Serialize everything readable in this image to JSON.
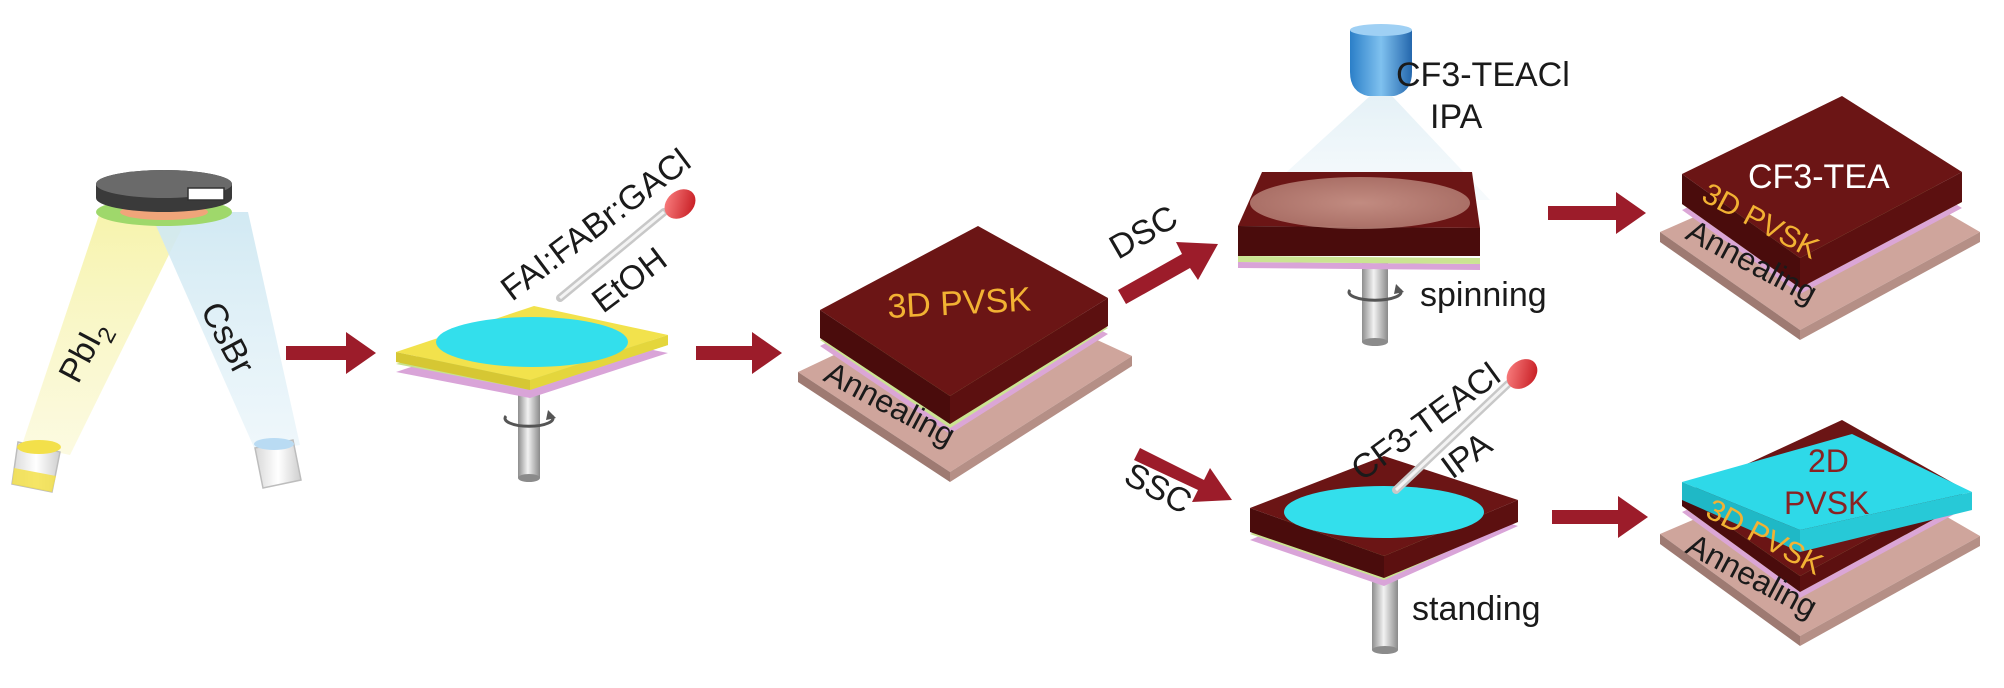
{
  "labels": {
    "source_left_pre": "PbI",
    "source_left_sub": "2",
    "source_right": "CsBr",
    "drop_solution": "FAI:FABr:GACl",
    "drop_solvent": "EtOH",
    "film_3d": "3D PVSK",
    "annealing": "Annealing",
    "dsc": "DSC",
    "ssc": "SSC",
    "spray_solution": "CF3-TEACl",
    "spray_solvent": "IPA",
    "spinning": "spinning",
    "drop2_solution": "CF3-TEACl",
    "drop2_solvent": "IPA",
    "standing": "standing",
    "top_cf3tea": "CF3-TEA",
    "top_2d_line1": "2D",
    "top_2d_line2": "PVSK",
    "final_3d_a": "3D PVSK",
    "final_3d_b": "3D PVSK",
    "final_annealing_a": "Annealing",
    "final_annealing_b": "Annealing"
  },
  "colors": {
    "arrow": "#9c1c2a",
    "perovskite_top": "#6b1515",
    "perovskite_side": "#4d0d0d",
    "cyan_film": "#29d9e8",
    "substrate": "#d2a8a0",
    "yellow_film": "#f1e34a",
    "text_orange": "#f2b233"
  }
}
